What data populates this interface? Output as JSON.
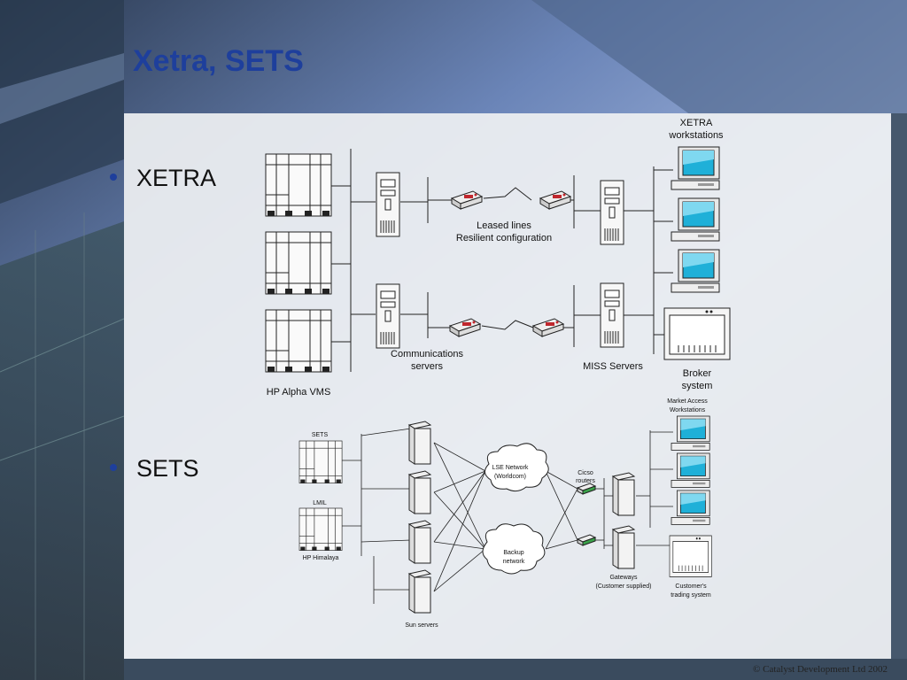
{
  "slide": {
    "title": "Xetra, SETS",
    "bullets": [
      "XETRA",
      "SETS"
    ],
    "copyright": "© Catalyst Development Ltd 2002"
  },
  "xetra_diagram": {
    "workstations_label": [
      "XETRA",
      "workstations"
    ],
    "leased_lines_label": [
      "Leased lines",
      "Resilient configuration"
    ],
    "comm_servers_label": [
      "Communications",
      "servers"
    ],
    "miss_servers_label": "MISS Servers",
    "broker_label": [
      "Broker",
      "system"
    ],
    "hp_alpha_label": "HP Alpha VMS"
  },
  "sets_diagram": {
    "sets_label": "SETS",
    "lmil_label": "LMIL",
    "hp_himalaya_label": "HP Himalaya",
    "lse_network_label": [
      "LSE Network",
      "(Worldcom)"
    ],
    "backup_network_label": [
      "Backup",
      "network"
    ],
    "cisco_label": [
      "Cicso",
      "routers"
    ],
    "market_access_label": [
      "Market Access",
      "Workstations"
    ],
    "gateways_label": [
      "Gateways",
      "(Customer supplied)"
    ],
    "customer_system_label": [
      "Customer's",
      "trading system"
    ],
    "sun_servers_label": "Sun servers"
  }
}
